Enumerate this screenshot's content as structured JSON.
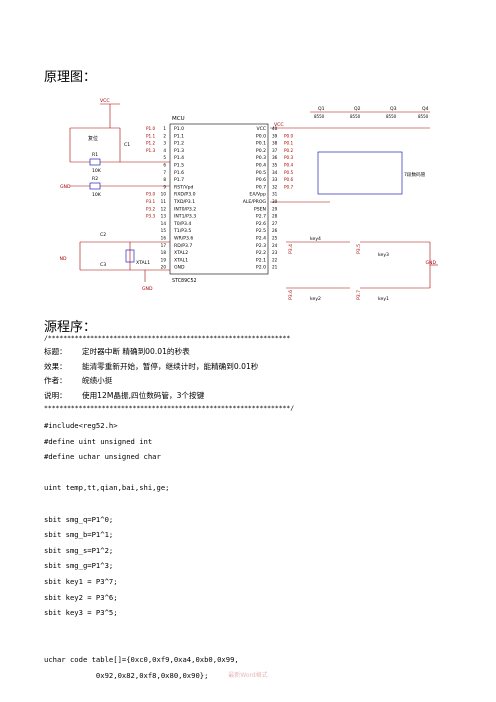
{
  "heading_schematic": "原理图：",
  "heading_source": "源程序：",
  "stars_top": "/***************************************************************",
  "info": [
    {
      "k": "标题：",
      "v": "定时器中断 精确到00.01的秒表"
    },
    {
      "k": "效果：",
      "v": "能清零重新开始，暂停，继续计时，能精确到0.01秒"
    },
    {
      "k": "作者：",
      "v": "皖绩小挺"
    },
    {
      "k": "说明：",
      "v": "使用12M晶振,四位数码管，3个按键"
    }
  ],
  "stars_bottom": "****************************************************************/",
  "code_lines": [
    "#include<reg52.h>",
    "#define uint unsigned int",
    "#define uchar unsigned char",
    "",
    "uint temp,tt,qian,bai,shi,ge;",
    "",
    "sbit smg_q=P1^0;",
    "sbit smg_b=P1^1;",
    "sbit smg_s=P1^2;",
    "sbit smg_g=P1^3;",
    "sbit key1 = P3^7;",
    "sbit key2 = P3^6;",
    "sbit key3 = P3^5;",
    "",
    "",
    "uchar code table[]={0xc0,0xf9,0xa4,0xb0,0x99,",
    "            0x92,0x82,0xf8,0x80,0x90};"
  ],
  "footer": "最新Word格式",
  "schematic": {
    "mcu_title": "MCU",
    "chip_name": "STC89C52",
    "left_pins": [
      "P1.0",
      "P1.1",
      "P1.2",
      "P1.3",
      "P1.4",
      "P1.5",
      "P1.6",
      "P1.7",
      "RST/Vpd",
      "RXD/P3.0",
      "TXD/P3.1",
      "INT0/P3.2",
      "INT1/P3.3",
      "T0/P3.4",
      "T1/P3.5",
      "WR/P3.6",
      "RD/P3.7",
      "XTAL2",
      "XTAL1",
      "GND"
    ],
    "left_nums": [
      "1",
      "2",
      "3",
      "4",
      "5",
      "6",
      "7",
      "8",
      "9",
      "10",
      "11",
      "12",
      "13",
      "14",
      "15",
      "16",
      "17",
      "18",
      "19",
      "20"
    ],
    "right_pins": [
      "VCC",
      "P0.0",
      "P0.1",
      "P0.2",
      "P0.3",
      "P0.4",
      "P0.5",
      "P0.6",
      "P0.7",
      "EA/Vpp",
      "ALE/PROG",
      "PSEN",
      "P2.7",
      "P2.6",
      "P2.5",
      "P2.4",
      "P2.3",
      "P2.2",
      "P2.1",
      "P2.0"
    ],
    "right_nums": [
      "40",
      "39",
      "38",
      "37",
      "36",
      "35",
      "34",
      "33",
      "32",
      "31",
      "30",
      "29",
      "28",
      "27",
      "26",
      "25",
      "24",
      "23",
      "22",
      "21"
    ],
    "net_left": [
      "P1.0",
      "P1.1",
      "P1.2",
      "P1.3",
      "",
      "",
      "",
      "",
      "",
      "P3.0",
      "P3.1",
      "P3.2",
      "P3.3"
    ],
    "net_right": [
      "P0.0",
      "P0.1",
      "P0.2",
      "P0.3",
      "P0.4",
      "P0.5",
      "P0.6",
      "P0.7"
    ],
    "labels": {
      "vcc": "VCC",
      "gnd": "GND",
      "reset": "复位",
      "c1": "C1",
      "r1": "R1",
      "r2": "R2",
      "r_val": "10K",
      "c2": "C2",
      "c3": "C3",
      "xtal": "XTAL1",
      "display": "7段数码管",
      "q1": "Q1",
      "q2": "Q2",
      "q3": "Q3",
      "q4": "Q4",
      "q_type": "8550",
      "key1": "key1",
      "key2": "key2",
      "key3": "key3",
      "key4": "key4",
      "p34": "P3.4",
      "p35": "P3.5",
      "p36": "P3.6",
      "p37": "P3.7"
    }
  }
}
